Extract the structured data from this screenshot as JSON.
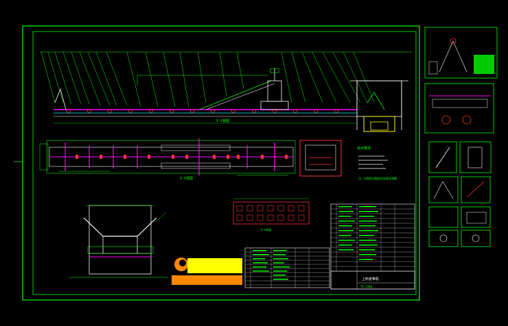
{
  "colors": {
    "background": "#000000",
    "frame": "#00ff00",
    "primary_line": "#00ff00",
    "secondary_line": "#ffffff",
    "accent_magenta": "#ff00ff",
    "accent_red": "#ff3030",
    "accent_cyan": "#00ffff",
    "accent_yellow": "#ffff00",
    "logo_orange": "#ff8800"
  },
  "labels": {
    "elevation_caption": "X-X视图",
    "plan_caption": "X-X视图",
    "detail_caption": "A-A剖面",
    "notes_title": "技术要求",
    "notes_footer": "注：本图纸设备按实际情况调整",
    "title_block_main": "上料皮带机",
    "title_block_number": "TS-1200"
  },
  "icons": {
    "company_logo": "company-logo-icon"
  }
}
